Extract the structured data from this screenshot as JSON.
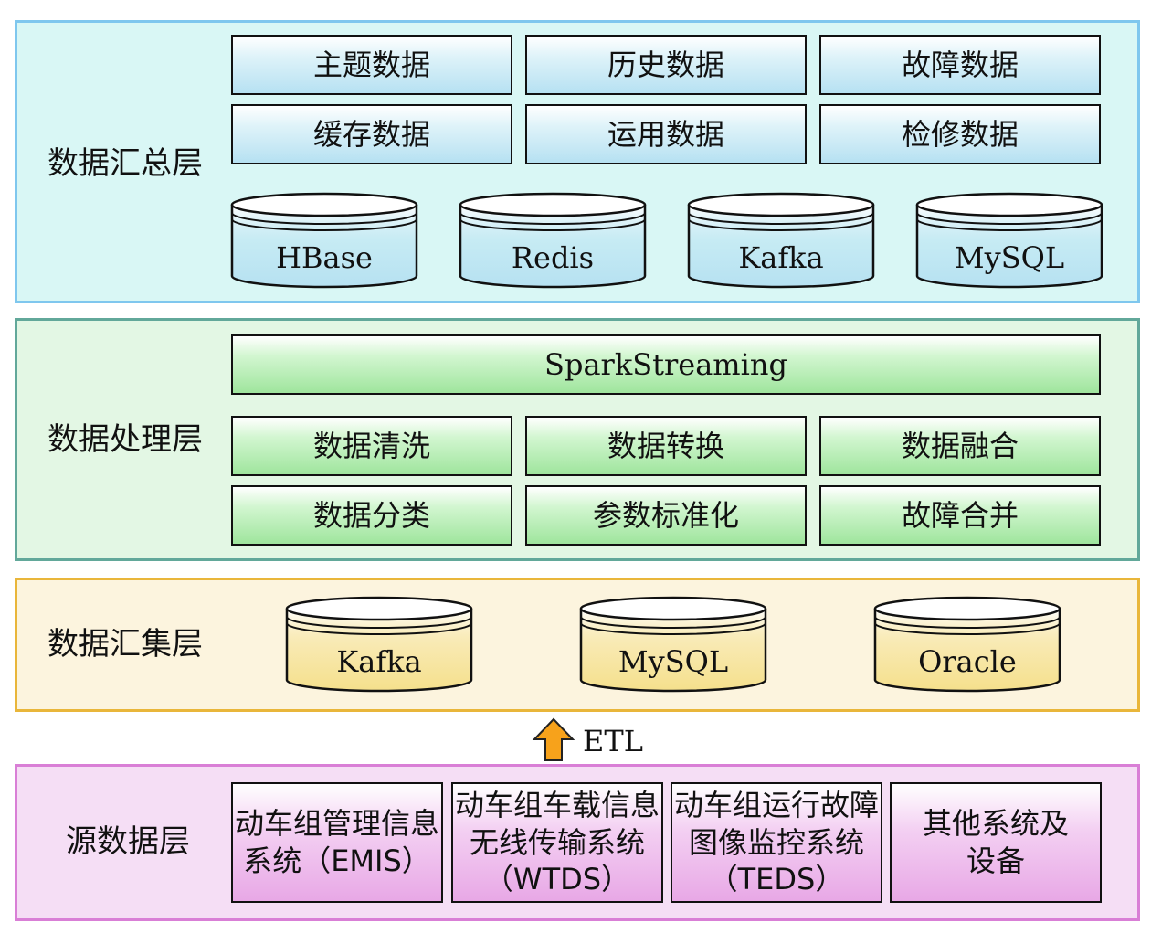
{
  "layers": {
    "summary": {
      "label": "数据汇总层",
      "boxes": [
        "主题数据",
        "历史数据",
        "故障数据",
        "缓存数据",
        "运用数据",
        "检修数据"
      ],
      "databases": [
        "HBase",
        "Redis",
        "Kafka",
        "MySQL"
      ]
    },
    "processing": {
      "label": "数据处理层",
      "engine": "SparkStreaming",
      "boxes": [
        "数据清洗",
        "数据转换",
        "数据融合",
        "数据分类",
        "参数标准化",
        "故障合并"
      ]
    },
    "collection": {
      "label": "数据汇集层",
      "databases": [
        "Kafka",
        "MySQL",
        "Oracle"
      ]
    },
    "source": {
      "label": "源数据层",
      "systems": [
        "动车组管理信息系统（EMIS）",
        "动车组车载信息无线传输系统（WTDS）",
        "动车组运行故障图像监控系统（TEDS）",
        "其他系统及设备"
      ]
    }
  },
  "connector": {
    "label": "ETL"
  },
  "colors": {
    "summary_bg": "#d9f7f5",
    "summary_border": "#7fc7ee",
    "summary_fill": "#b6e1f2",
    "processing_bg": "#e3f7e4",
    "processing_border": "#62a89a",
    "processing_fill": "#9fe59d",
    "collection_bg": "#fcf4de",
    "collection_border": "#e9b63a",
    "collection_fill": "#f5e08c",
    "source_bg": "#f5def5",
    "source_border": "#d97fd6",
    "source_fill": "#e8a8e6",
    "arrow": "#f7a21b"
  }
}
